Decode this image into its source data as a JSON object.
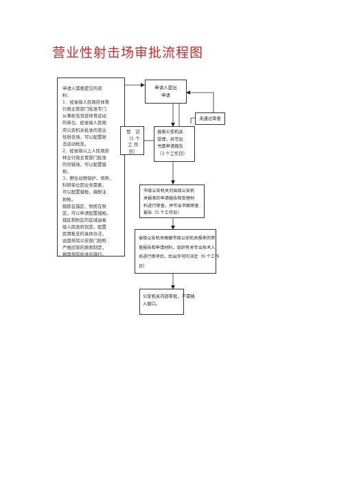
{
  "title": "营业性射击场审批流程图",
  "left_panel": {
    "lines": [
      "申请人需要提交的资",
      "料：",
      "1．经省级人民政府体育",
      "行政主管部门批准专门",
      "从事射击竞技体育运动",
      "的单位、经省级人民政",
      "府公安机关批准的营业",
      "性射击场，可以配置射",
      "击运动枪支。",
      "2．经省级以上人民政府",
      "林业行政主管部门批准",
      "的狩猎场，可以配置猎",
      "枪。",
      "3．野生动物保护、饲养、",
      "科研单位因业务需要，",
      "可以配置猎枪、麻醉注",
      "射枪。",
      "猎民在猎区、牧民在牧",
      "区，可以申请配置猎枪。",
      "猎区和牧区的区域由省",
      "级人民政府划定。配置",
      "民用枪支的具体办法，",
      "由国务院公安部门按照",
      "严格控制的原则制定，",
      "报国务院批准后施行。"
    ]
  },
  "nodes": {
    "apply": [
      "申请人提出",
      "申请"
    ],
    "register": [
      "登　记",
      "（1 个",
      "工 作",
      "日）"
    ],
    "city_accept": [
      "县级公安机关",
      "受理，并写出",
      "书面申请报告",
      "（3 个工作日）"
    ],
    "not_approved": "未通过审查",
    "city_review": [
      "市级公安机关对县级公安机",
      "关报来的申请报告和受理材",
      "料进行审查，并写出书面审查",
      "报告（5 个工作日）"
    ],
    "province_review": [
      "省级公安机关根据市级公安机关报来的审",
      "查报告和申请材料，组织有关专业技术人",
      "员进行审评后，给出许可的决定（9 个工作",
      "日）"
    ],
    "internal": [
      "公安机关内部审批，不需纳",
      "入窗口。"
    ]
  }
}
